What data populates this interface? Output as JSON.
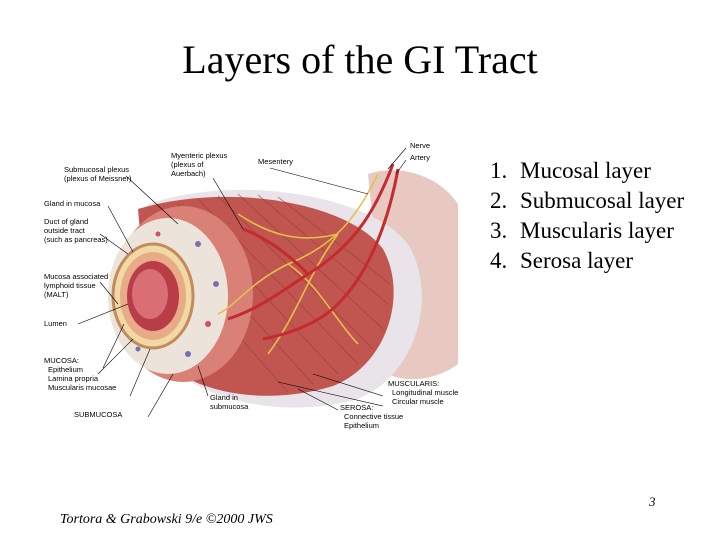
{
  "title": "Layers of the GI Tract",
  "layers": [
    {
      "num": "1.",
      "text": "Mucosal layer"
    },
    {
      "num": "2.",
      "text": "Submucosal layer"
    },
    {
      "num": "3.",
      "text": "Muscularis layer"
    },
    {
      "num": "4.",
      "text": "Serosa layer"
    }
  ],
  "figure_labels": {
    "submucosal_plexus_1": "Submucosal plexus",
    "submucosal_plexus_2": "(plexus of Meissner)",
    "myenteric_1": "Myenteric plexus",
    "myenteric_2": "(plexus of",
    "myenteric_3": "Auerbach)",
    "mesentery": "Mesentery",
    "nerve": "Nerve",
    "artery": "Artery",
    "gland_in_mucosa": "Gland in mucosa",
    "duct_1": "Duct of gland",
    "duct_2": "outside tract",
    "duct_3": "(such as pancreas)",
    "malt_1": "Mucosa associated",
    "malt_2": "lymphoid tissue",
    "malt_3": "(MALT)",
    "lumen": "Lumen",
    "mucosa": "MUCOSA:",
    "epithelium": "Epithelium",
    "lamina_propria": "Lamina propria",
    "muscularis_mucosae": "Muscularis mucosae",
    "submucosa": "SUBMUCOSA",
    "gland_sub_1": "Gland in",
    "gland_sub_2": "submucosa",
    "muscularis": "MUSCULARIS:",
    "longitudinal": "Longitudinal muscle",
    "circular": "Circular muscle",
    "serosa": "SEROSA:",
    "connective": "Connective tissue",
    "serosa_epithelium": "Epithelium"
  },
  "page_number": "3",
  "credit": "Tortora & Grabowski 9/e ©2000 JWS",
  "colors": {
    "muscle": "#c0564f",
    "muscle_light": "#d98077",
    "submucosa": "#ece4da",
    "mucosa_ring": "#f1d9a6",
    "lumen": "#b83d47",
    "vessel": "#c42a2e",
    "nerve": "#e4c04a",
    "serosa": "#e9e4ea"
  }
}
